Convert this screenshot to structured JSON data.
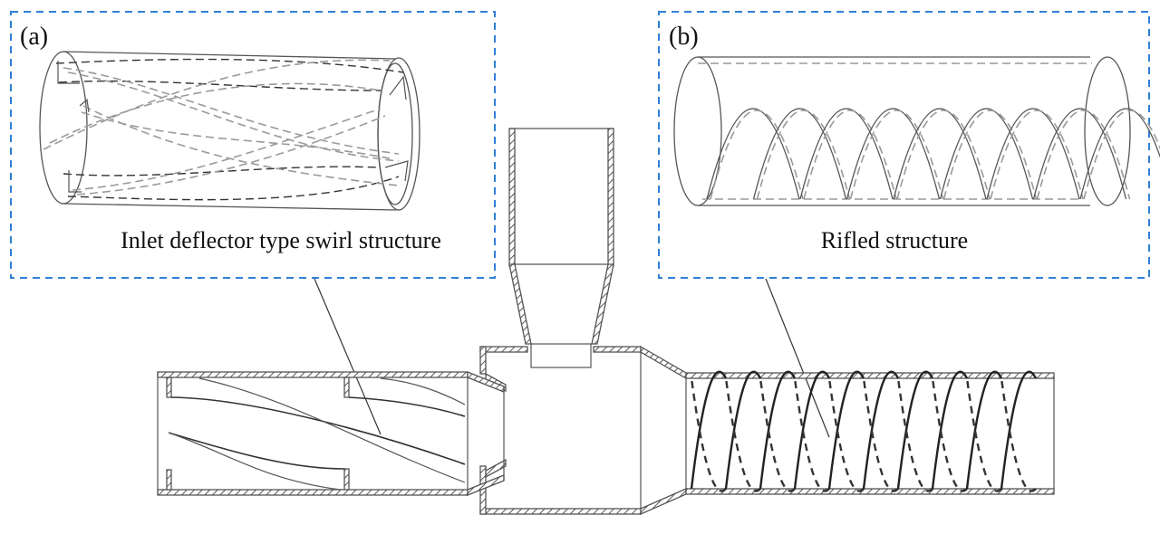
{
  "figure": {
    "panels": [
      {
        "id": "a",
        "label": "(a)",
        "caption": "Inlet deflector type swirl structure"
      },
      {
        "id": "b",
        "label": "(b)",
        "caption": "Rifled structure"
      }
    ]
  },
  "colors": {
    "frame": "#2f7fd6",
    "line": "#555555",
    "text": "#111111"
  }
}
